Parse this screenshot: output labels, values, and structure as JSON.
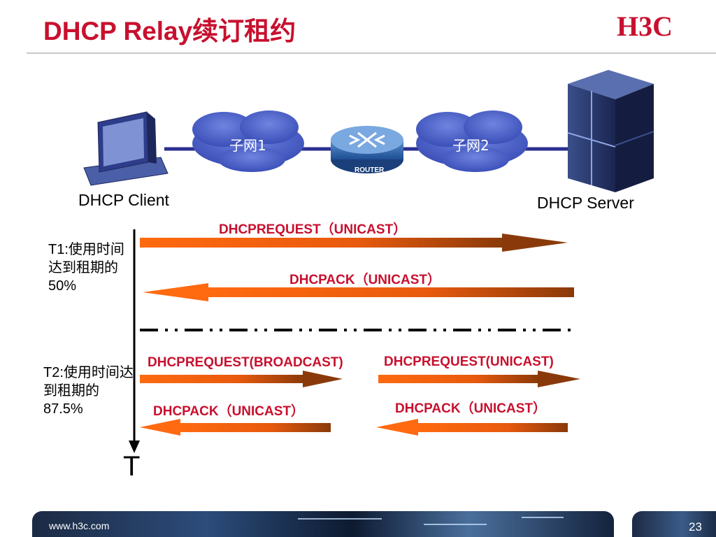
{
  "slide": {
    "title": "DHCP Relay续订租约",
    "logo_text": "H3C",
    "footer_url": "www.h3c.com",
    "page_number": "23"
  },
  "network": {
    "client_label": "DHCP Client",
    "server_label": "DHCP Server",
    "subnet1": "子网1",
    "subnet2": "子网2",
    "router_label": "ROUTER"
  },
  "timeline": {
    "t1_label": "T1:使用时间达到租期的50%",
    "t2_label": "T2:使用时间达到租期的87.5%",
    "time_axis_label": "T"
  },
  "messages": {
    "m1": "DHCPREQUEST（UNICAST）",
    "m2": "DHCPACK（UNICAST）",
    "m3": "DHCPREQUEST(BROADCAST)",
    "m4": "DHCPREQUEST(UNICAST)",
    "m5": "DHCPACK（UNICAST）",
    "m6": "DHCPACK（UNICAST）"
  },
  "colors": {
    "title_red": "#c8102e",
    "arrow_orange": "#ff6a10",
    "arrow_brown": "#8a3a0a",
    "link_blue": "#2a2f8f"
  }
}
